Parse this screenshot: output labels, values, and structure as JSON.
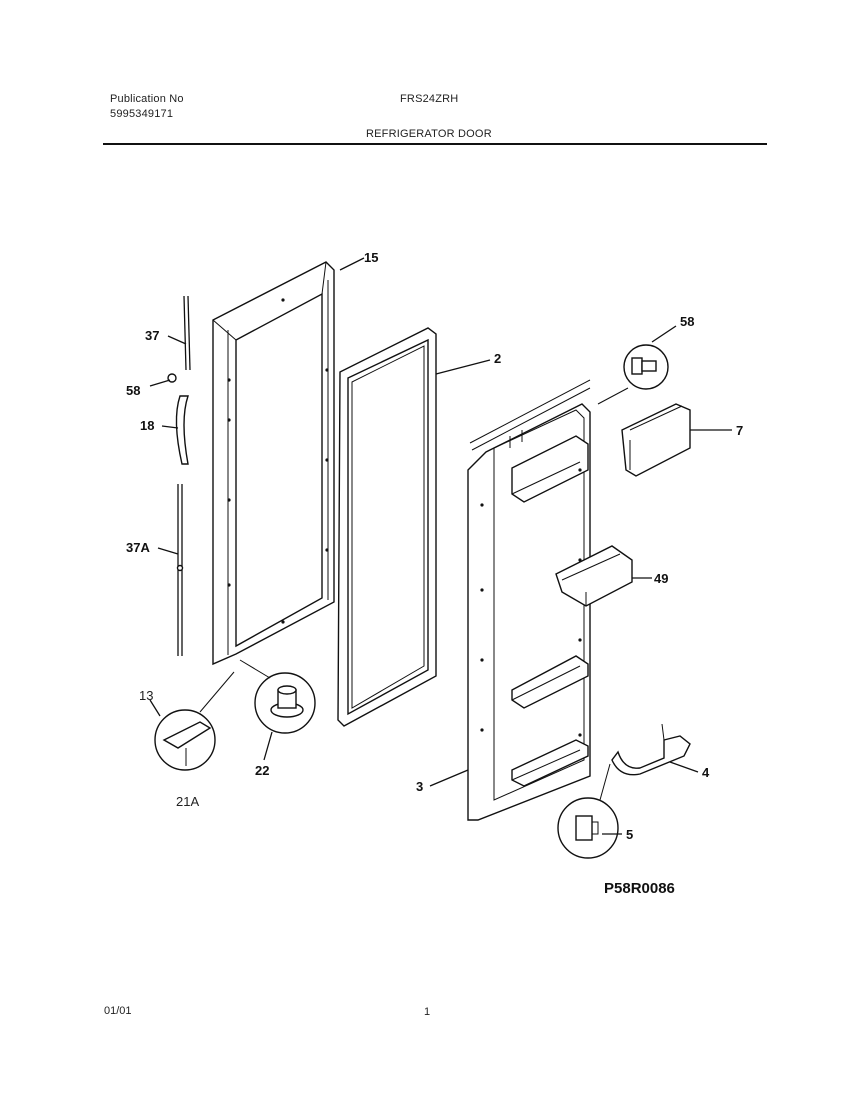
{
  "header": {
    "publication_label": "Publication No",
    "publication_number": "5995349171",
    "model": "FRS24ZRH",
    "section_title": "REFRIGERATOR DOOR"
  },
  "callouts": {
    "c15": "15",
    "c2": "2",
    "c58a": "58",
    "c7": "7",
    "c37": "37",
    "c58b": "58",
    "c18": "18",
    "c37a": "37A",
    "c49": "49",
    "c13": "13",
    "c22": "22",
    "c3": "3",
    "c4": "4",
    "c5": "5",
    "c21a": "21A"
  },
  "diagram_code": "P58R0086",
  "footer": {
    "date": "01/01",
    "page": "1"
  }
}
